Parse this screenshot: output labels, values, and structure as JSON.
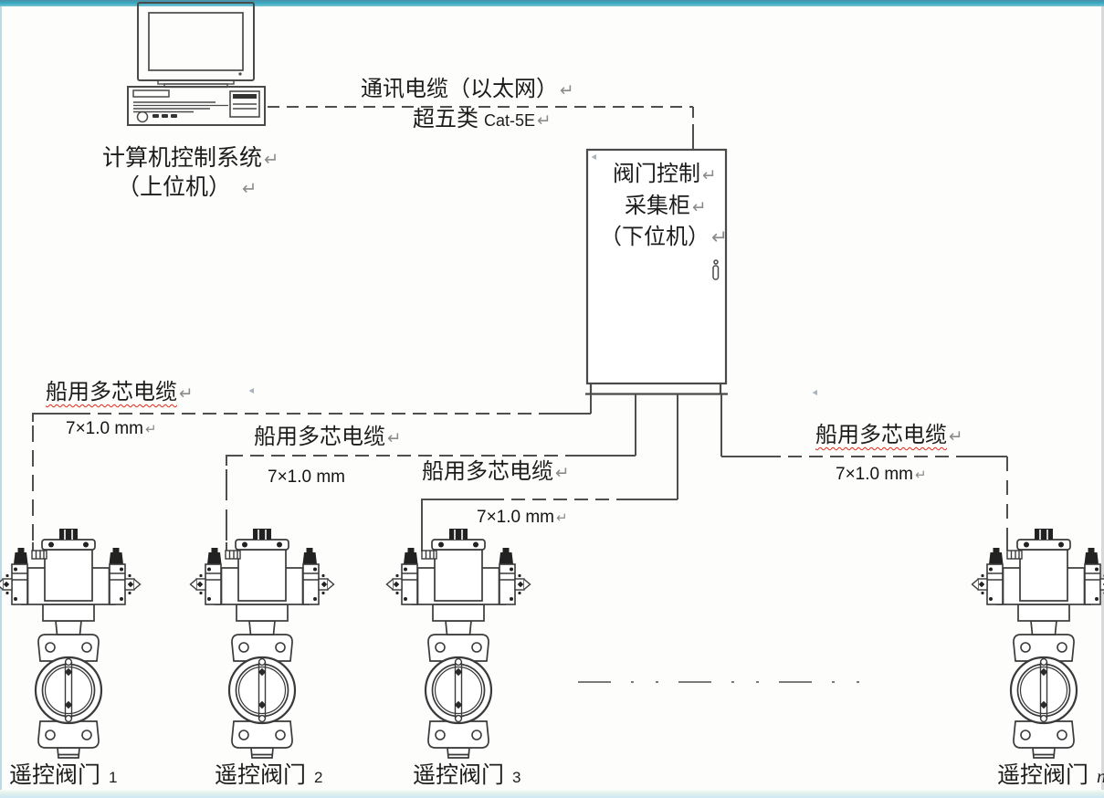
{
  "marks": {
    "return": "↵"
  },
  "computer": {
    "label_line1": "计算机控制系统",
    "label_line2": "（上位机）"
  },
  "comm_cable": {
    "name": "通讯电缆（以太网）",
    "category_cn": "超五类",
    "category_en": "Cat-5E"
  },
  "cabinet": {
    "label_line1": "阀门控制",
    "label_line2": "采集柜",
    "label_line3": "（下位机）"
  },
  "cables": [
    {
      "name": "船用多芯电缆",
      "spec": "7×1.0 mm",
      "spellcheck_underline": true,
      "spec_return_mark": true
    },
    {
      "name": "船用多芯电缆",
      "spec": "7×1.0 mm",
      "spellcheck_underline": false,
      "spec_return_mark": false
    },
    {
      "name": "船用多芯电缆",
      "spec": "7×1.0 mm",
      "spellcheck_underline": false,
      "spec_return_mark": true
    },
    {
      "name": "船用多芯电缆",
      "spec": "7×1.0 mm",
      "spellcheck_underline": true,
      "spec_return_mark": true
    }
  ],
  "valves": [
    {
      "label": "遥控阀门",
      "index": "1"
    },
    {
      "label": "遥控阀门",
      "index": "2"
    },
    {
      "label": "遥控阀门",
      "index": "3"
    },
    {
      "label": "遥控阀门",
      "index": "n"
    }
  ],
  "colors": {
    "top_bar": "#35a9c0",
    "bottom_bar": "#cde7f2",
    "line": "#4a4a4a",
    "spellcheck": "#e32517"
  }
}
